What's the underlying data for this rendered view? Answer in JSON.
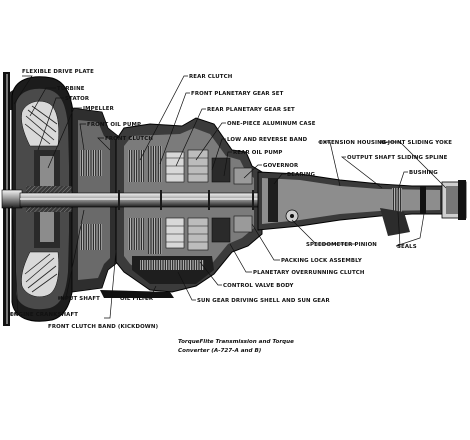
{
  "labels": {
    "flexible_drive_plate": "FLEXIBLE DRIVE PLATE",
    "turbine": "TURBINE",
    "stator": "STATOR",
    "impeller": "IMPELLER",
    "front_oil_pump": "FRONT OIL PUMP",
    "front_clutch": "FRONT CLUTCH",
    "rear_clutch": "REAR CLUTCH",
    "front_planetary_gear_set": "FRONT PLANETARY GEAR SET",
    "rear_planetary_gear_set": "REAR PLANETARY GEAR SET",
    "one_piece_aluminum_case": "ONE-PIECE ALUMINUM CASE",
    "low_and_reverse_band": "LOW AND REVERSE BAND",
    "rear_oil_pump": "REAR OIL PUMP",
    "governor": "GOVERNOR",
    "bearing": "BEARING",
    "extension_housing": "EXTENSION HOUSING",
    "output_shaft_sliding_spline": "OUTPUT SHAFT SLIDING SPLINE",
    "u_joint_sliding_yoke": "U-JOINT SLIDING YOKE",
    "bushing": "BUSHING",
    "speedometer_pinion": "SPEEDOMETER PINION",
    "seals": "SEALS",
    "packing_lock_assembly": "PACKING LOCK ASSEMBLY",
    "planetary_overrunning_clutch": "PLANETARY OVERRUNNING CLUTCH",
    "control_valve_body": "CONTROL VALVE BODY",
    "sun_gear_driving_shell": "SUN GEAR DRIVING SHELL AND SUN GEAR",
    "oil_filter": "OIL FILTER",
    "input_shaft": "INPUT SHAFT",
    "engine_crankshaft": "ENGINE CRANKSHAFT",
    "front_clutch_band": "FRONT CLUTCH BAND (KICKDOWN)"
  },
  "caption": {
    "line1": "TorqueFlite Transmission and Torque",
    "line2": "Converter (A-727-A and B)"
  }
}
